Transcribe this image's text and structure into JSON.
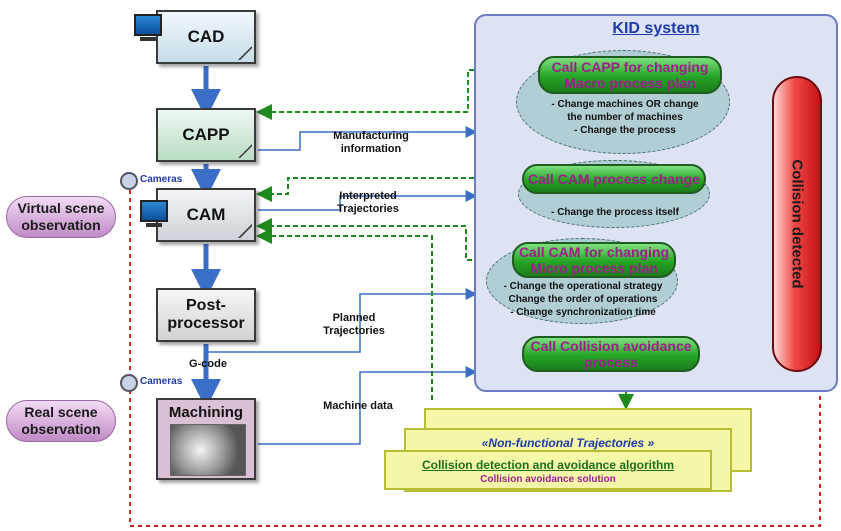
{
  "kid": {
    "title": "KID system"
  },
  "boxes": {
    "cad": "CAD",
    "capp": "CAPP",
    "cam": "CAM",
    "post": "Post-processor",
    "machining": "Machining"
  },
  "observations": {
    "virtual": "Virtual scene observation",
    "real": "Real scene observation"
  },
  "cameras": {
    "label1": "Cameras",
    "label2": "Cameras"
  },
  "flows": {
    "manufacturing": "Manufacturing information",
    "interpreted": "Interpreted Trajectories",
    "planned": "Planned Trajectories",
    "gcode": "G-code",
    "machine_data": "Machine data"
  },
  "actions": {
    "capp_call": "Call CAPP for changing Macro process plan",
    "capp_notes": [
      "- Change machines OR change",
      "the number of machines",
      "- Change the process"
    ],
    "cam_call": "Call CAM process change",
    "cam_notes": [
      "- Change the process itself"
    ],
    "micro_call": "Call CAM for changing Micro process plan",
    "micro_notes": [
      "- Change the operational strategy",
      "Change the order of operations",
      "- Change synchronization time"
    ],
    "avoid_call": "Call Collision avoidance process"
  },
  "collision": "Collision detected",
  "algorithm": {
    "nonfunctional": "«Non-functional Trajectories »",
    "title": "Collision detection and avoidance algorithm",
    "solution": "Collision avoidance solution"
  },
  "colors": {
    "flow_blue": "#3b6ec6",
    "feedback_green": "#1e8a1e",
    "feedback_red": "#d42020",
    "kid_border": "#6b7cc2"
  }
}
